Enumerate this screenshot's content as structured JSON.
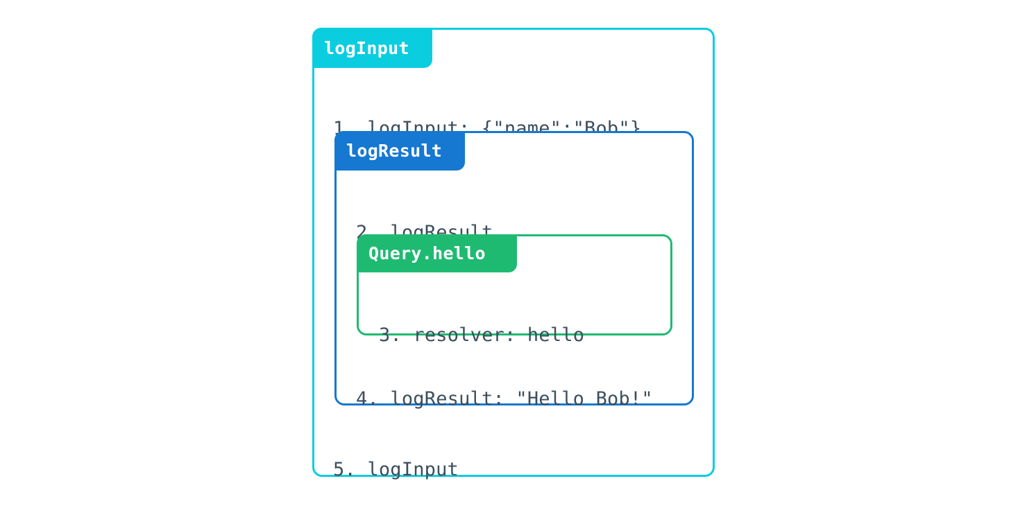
{
  "diagram": {
    "type": "nested-execution-trace",
    "colors": {
      "outer_accent": "#0bcde0",
      "middle_accent": "#1678d0",
      "inner_accent": "#1fba72",
      "text": "#3c4e5c",
      "background": "#ffffff"
    },
    "outer": {
      "label": "logInput",
      "lines": [
        {
          "number": "1.",
          "text": "1. logInput: {\"name\":\"Bob\"}"
        },
        {
          "number": "5.",
          "text": "5. logInput"
        }
      ],
      "middle": {
        "label": "logResult",
        "lines": [
          {
            "number": "2.",
            "text": "2. logResult"
          },
          {
            "number": "4.",
            "text": "4. logResult: \"Hello Bob!\""
          }
        ],
        "inner": {
          "label": "Query.hello",
          "lines": [
            {
              "number": "3.",
              "text": "3. resolver: hello"
            }
          ]
        }
      }
    }
  }
}
